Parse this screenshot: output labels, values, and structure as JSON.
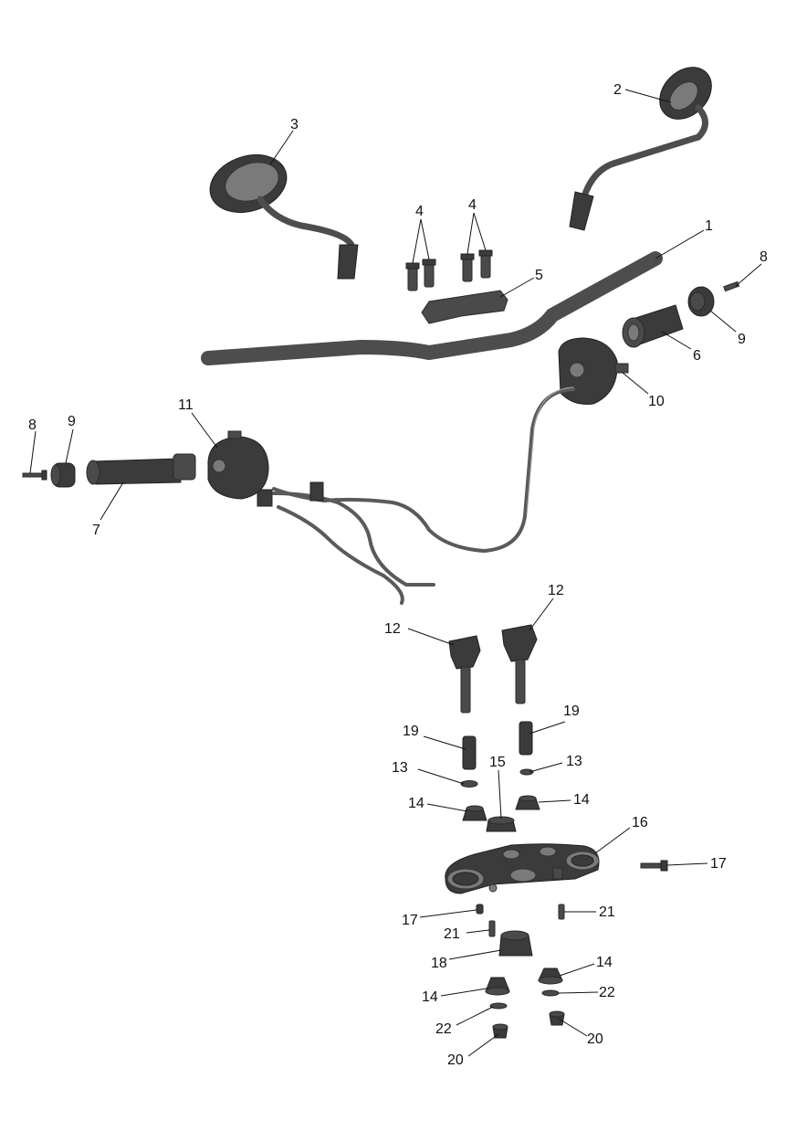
{
  "colors": {
    "part": "#4a4a4a",
    "part_dark": "#3b3b3b",
    "line": "#111111",
    "background": "#ffffff"
  },
  "callouts": [
    {
      "id": "c1",
      "label": "1"
    },
    {
      "id": "c2",
      "label": "2"
    },
    {
      "id": "c3",
      "label": "3"
    },
    {
      "id": "c4a",
      "label": "4"
    },
    {
      "id": "c4b",
      "label": "4"
    },
    {
      "id": "c5",
      "label": "5"
    },
    {
      "id": "c6",
      "label": "6"
    },
    {
      "id": "c7",
      "label": "7"
    },
    {
      "id": "c8a",
      "label": "8"
    },
    {
      "id": "c8b",
      "label": "8"
    },
    {
      "id": "c9a",
      "label": "9"
    },
    {
      "id": "c9b",
      "label": "9"
    },
    {
      "id": "c10",
      "label": "10"
    },
    {
      "id": "c11",
      "label": "11"
    },
    {
      "id": "c12a",
      "label": "12"
    },
    {
      "id": "c12b",
      "label": "12"
    },
    {
      "id": "c13a",
      "label": "13"
    },
    {
      "id": "c13b",
      "label": "13"
    },
    {
      "id": "c14a",
      "label": "14"
    },
    {
      "id": "c14b",
      "label": "14"
    },
    {
      "id": "c14c",
      "label": "14"
    },
    {
      "id": "c14d",
      "label": "14"
    },
    {
      "id": "c15",
      "label": "15"
    },
    {
      "id": "c16",
      "label": "16"
    },
    {
      "id": "c17a",
      "label": "17"
    },
    {
      "id": "c17b",
      "label": "17"
    },
    {
      "id": "c18",
      "label": "18"
    },
    {
      "id": "c19a",
      "label": "19"
    },
    {
      "id": "c19b",
      "label": "19"
    },
    {
      "id": "c20a",
      "label": "20"
    },
    {
      "id": "c20b",
      "label": "20"
    },
    {
      "id": "c21a",
      "label": "21"
    },
    {
      "id": "c21b",
      "label": "21"
    },
    {
      "id": "c22a",
      "label": "22"
    },
    {
      "id": "c22b",
      "label": "22"
    }
  ]
}
